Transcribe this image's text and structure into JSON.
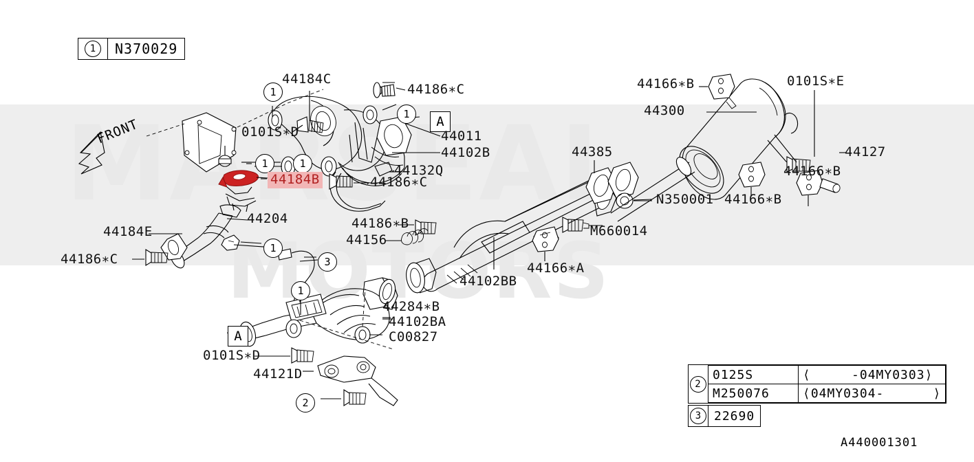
{
  "diagram": {
    "drawing_number": "A440001301",
    "direction_marker": "FRONT",
    "watermark_top": "MARSEAL",
    "watermark_bottom": "MOTORS",
    "highlight_color": "#f2b6b6",
    "highlight_text_color": "#b02020"
  },
  "note_box": {
    "index": "1",
    "part_number": "N370029"
  },
  "legend": {
    "rows": [
      {
        "index": "2",
        "part_number": "0125S",
        "range": "⟨     -04MY0303⟩"
      },
      {
        "index": "",
        "part_number": "M250076",
        "range": "⟨04MY0304-      ⟩"
      }
    ],
    "row3": {
      "index": "3",
      "part_number": "22690"
    }
  },
  "reference_marks": [
    {
      "label": "A",
      "id": "ref-a-top"
    },
    {
      "label": "A",
      "id": "ref-a-bottom"
    }
  ],
  "balloons": [
    {
      "id": "balloon-1a",
      "number": "1"
    },
    {
      "id": "balloon-1b",
      "number": "1"
    },
    {
      "id": "balloon-1c",
      "number": "1"
    },
    {
      "id": "balloon-1d",
      "number": "1"
    },
    {
      "id": "balloon-1e",
      "number": "1"
    },
    {
      "id": "balloon-1f",
      "number": "1"
    },
    {
      "id": "balloon-1g",
      "number": "1"
    },
    {
      "id": "balloon-3a",
      "number": "3"
    },
    {
      "id": "balloon-2a",
      "number": "2"
    }
  ],
  "part_labels": [
    {
      "id": "lbl-44184C",
      "text": "44184C",
      "highlight": false
    },
    {
      "id": "lbl-44186C1",
      "text": "44186∗C",
      "highlight": false
    },
    {
      "id": "lbl-0101SD1",
      "text": "0101S∗D",
      "highlight": false
    },
    {
      "id": "lbl-44011",
      "text": "44011",
      "highlight": false
    },
    {
      "id": "lbl-44102B",
      "text": "44102B",
      "highlight": false
    },
    {
      "id": "lbl-44132Q",
      "text": "44132Q",
      "highlight": false
    },
    {
      "id": "lbl-44184B",
      "text": "44184B",
      "highlight": true
    },
    {
      "id": "lbl-44186C2",
      "text": "44186∗C",
      "highlight": false
    },
    {
      "id": "lbl-44204",
      "text": "44204",
      "highlight": false
    },
    {
      "id": "lbl-44184E",
      "text": "44184E",
      "highlight": false
    },
    {
      "id": "lbl-44186C3",
      "text": "44186∗C",
      "highlight": false
    },
    {
      "id": "lbl-44186B1",
      "text": "44186∗B",
      "highlight": false
    },
    {
      "id": "lbl-44156",
      "text": "44156",
      "highlight": false
    },
    {
      "id": "lbl-44284B",
      "text": "44284∗B",
      "highlight": false
    },
    {
      "id": "lbl-44102BA",
      "text": "44102BA",
      "highlight": false
    },
    {
      "id": "lbl-C00827",
      "text": "C00827",
      "highlight": false
    },
    {
      "id": "lbl-0101SD2",
      "text": "0101S∗D",
      "highlight": false
    },
    {
      "id": "lbl-44121D",
      "text": "44121D",
      "highlight": false
    },
    {
      "id": "lbl-44102BB",
      "text": "44102BB",
      "highlight": false
    },
    {
      "id": "lbl-44166A",
      "text": "44166∗A",
      "highlight": false
    },
    {
      "id": "lbl-44385",
      "text": "44385",
      "highlight": false
    },
    {
      "id": "lbl-N350001",
      "text": "N350001",
      "highlight": false
    },
    {
      "id": "lbl-M660014",
      "text": "M660014",
      "highlight": false
    },
    {
      "id": "lbl-44166B1",
      "text": "44166∗B",
      "highlight": false
    },
    {
      "id": "lbl-44300",
      "text": "44300",
      "highlight": false
    },
    {
      "id": "lbl-0101SE",
      "text": "0101S∗E",
      "highlight": false
    },
    {
      "id": "lbl-44127",
      "text": "44127",
      "highlight": false
    },
    {
      "id": "lbl-44166B2",
      "text": "44166∗B",
      "highlight": false
    },
    {
      "id": "lbl-44166B3",
      "text": "44166∗B",
      "highlight": false
    }
  ]
}
